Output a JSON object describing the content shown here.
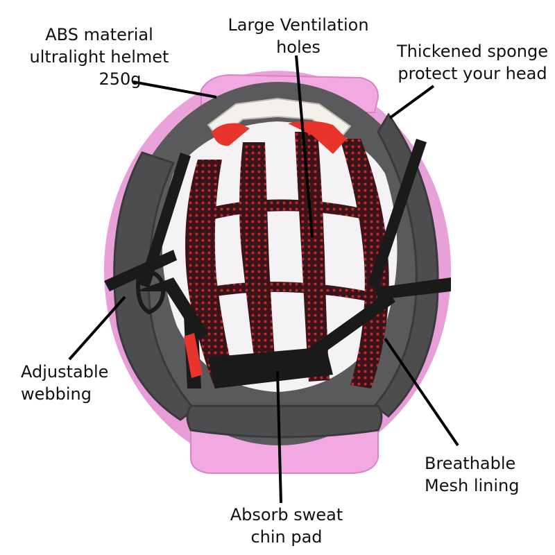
{
  "annotations": {
    "abs": [
      "ABS material",
      "ultralight helmet",
      "250g"
    ],
    "vent": [
      "Large Ventilation",
      "holes"
    ],
    "sponge": [
      "Thickened sponge",
      "protect your head"
    ],
    "webbing": [
      "Adjustable",
      "webbing"
    ],
    "mesh": [
      "Breathable",
      "Mesh lining"
    ],
    "chin": [
      "Absorb sweat",
      "chin pad"
    ]
  },
  "colors": {
    "shell": "#f2a8e0",
    "shell_dark": "#d983c6",
    "sponge": "#4d4c4e",
    "mesh": "#3a1418",
    "mesh_dot": "#c3282e",
    "strap": "#1a1a1a",
    "buckle_red": "#e8342a",
    "clip_white": "#f3f1ea"
  }
}
